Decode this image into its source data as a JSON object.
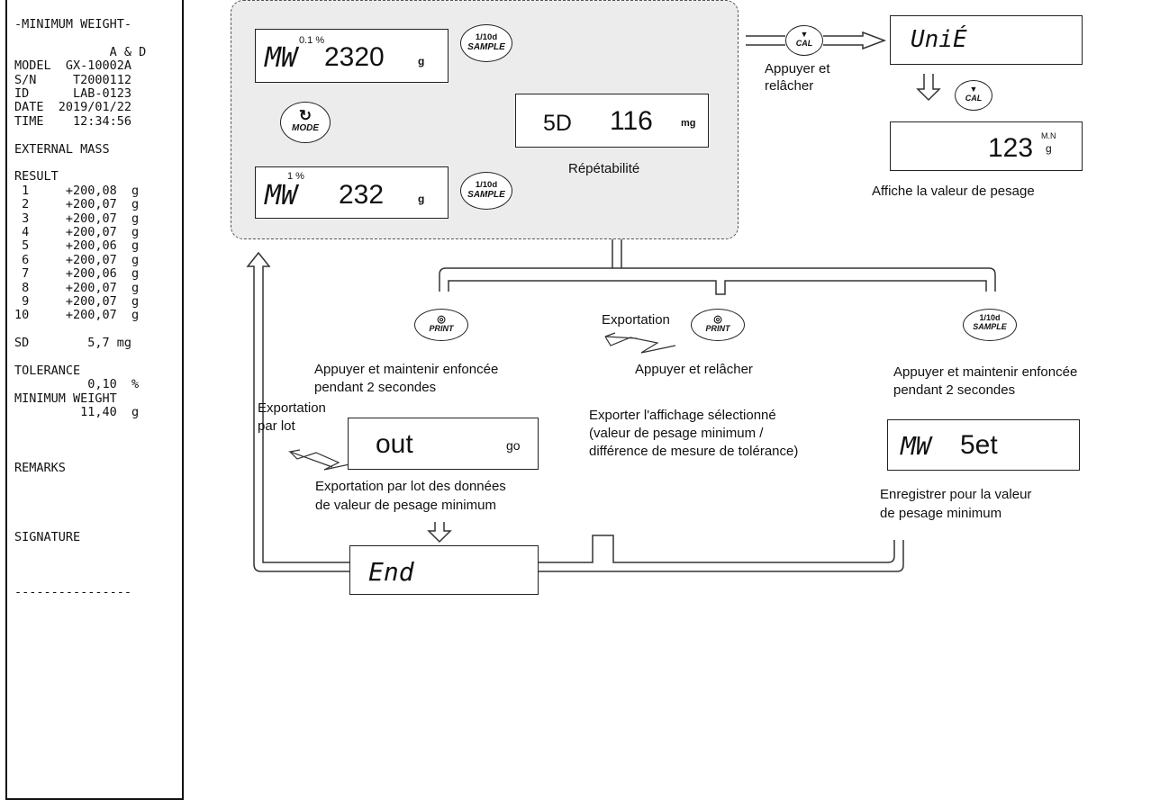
{
  "printout": {
    "lines": [
      "-MINIMUM WEIGHT-",
      "",
      "             A & D",
      "MODEL  GX-10002A",
      "S/N     T2000112",
      "ID      LAB-0123",
      "DATE  2019/01/22",
      "TIME    12:34:56",
      "",
      "EXTERNAL MASS",
      "",
      "RESULT",
      " 1     +200,08  g",
      " 2     +200,07  g",
      " 3     +200,07  g",
      " 4     +200,07  g",
      " 5     +200,06  g",
      " 6     +200,07  g",
      " 7     +200,06  g",
      " 8     +200,07  g",
      " 9     +200,07  g",
      "10     +200,07  g",
      "",
      "SD        5,7 mg",
      "",
      "TOLERANCE",
      "          0,10  %",
      "MINIMUM WEIGHT",
      "         11,40  g",
      "",
      "",
      "",
      "REMARKS",
      "",
      "",
      "",
      "",
      "SIGNATURE",
      "",
      "",
      "",
      "----------------"
    ]
  },
  "displays": {
    "mw_01": {
      "small": "0.1 %",
      "prefix": "MW",
      "value": "2320",
      "unit": "g"
    },
    "mw_1": {
      "small": "1 %",
      "prefix": "MW",
      "value": "232",
      "unit": "g"
    },
    "sd": {
      "prefix": "5D",
      "value": "116",
      "unit": "mg"
    },
    "unit": {
      "text": "UniÉ"
    },
    "weigh": {
      "value": "123",
      "unit_top": "M.N",
      "unit_bottom": "g"
    },
    "out": {
      "text": "out",
      "right": "go"
    },
    "mwset": {
      "prefix": "MW",
      "text": "5et"
    },
    "end": {
      "text": "End"
    }
  },
  "keys": {
    "sample": {
      "top": "1/10d",
      "bottom": "SAMPLE"
    },
    "mode": {
      "bottom": "MODE"
    },
    "cal": {
      "bottom": "CAL"
    },
    "print": {
      "bottom": "PRINT"
    }
  },
  "labels": {
    "repeatability": "Répétabilité",
    "press_release_cal_1": "Appuyer et",
    "press_release_cal_2": "relâcher",
    "shows_weighing": "Affiche la valeur de pesage",
    "hold_2s_left_1": "Appuyer et maintenir enfoncée",
    "hold_2s_left_2": "pendant 2 secondes",
    "export": "Exportation",
    "press_release": "Appuyer et relâcher",
    "hold_2s_right_1": "Appuyer et maintenir enfoncée",
    "hold_2s_right_2": "pendant 2 secondes",
    "batch_export_1": "Exportation",
    "batch_export_2": "par lot",
    "export_selected_1": "Exporter l'affichage sélectionné",
    "export_selected_2": "(valeur de pesage minimum /",
    "export_selected_3": "différence de mesure de tolérance)",
    "batch_desc_1": "Exportation par lot des données",
    "batch_desc_2": "de valeur de pesage minimum",
    "register_1": "Enregistrer pour la valeur",
    "register_2": "de pesage minimum"
  }
}
